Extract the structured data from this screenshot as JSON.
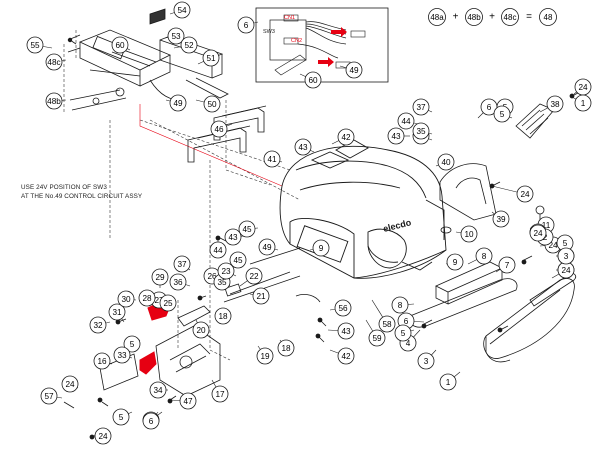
{
  "notes": {
    "line1": "USE 24V POSITION OF SW3",
    "line2": "AT THE No.49 CONTROL CIRCUIT ASSY"
  },
  "formula": {
    "parts": [
      "48a",
      "48b",
      "48c"
    ],
    "operator_plus": "+",
    "operator_equals": "=",
    "result": "48"
  },
  "inset": {
    "cn1_label": "CN1",
    "cn2_label": "CN2",
    "sw3_label": "SW3"
  },
  "logo_text": "elecdo",
  "callouts": [
    "54",
    "53",
    "52",
    "55",
    "48c",
    "60",
    "51",
    "48b",
    "49",
    "50",
    "46",
    "45",
    "41",
    "43",
    "42",
    "36",
    "37",
    "6",
    "5",
    "38",
    "24",
    "35",
    "44",
    "43",
    "40",
    "9",
    "11",
    "10",
    "39",
    "5",
    "24",
    "44",
    "43",
    "45",
    "49",
    "8",
    "7",
    "3",
    "2",
    "1",
    "4",
    "3",
    "8",
    "6",
    "5",
    "9",
    "42",
    "43",
    "56",
    "58",
    "59",
    "31",
    "32",
    "5",
    "27",
    "30",
    "29",
    "33",
    "16",
    "17",
    "34",
    "24",
    "57",
    "6",
    "5",
    "24",
    "37",
    "26",
    "36",
    "35",
    "22",
    "21",
    "23",
    "20",
    "19",
    "18",
    "18",
    "25",
    "28",
    "6",
    "60",
    "49",
    "47",
    "24",
    "5",
    "24",
    "3",
    "2",
    "1",
    "5",
    "24",
    "6",
    "5",
    "47"
  ],
  "colors": {
    "line": "#1a1a1a",
    "highlight": "#e60012",
    "leader": "#333333"
  },
  "icons": [
    "circle-callout",
    "screw",
    "bracket",
    "control-box",
    "cable",
    "bumper"
  ]
}
